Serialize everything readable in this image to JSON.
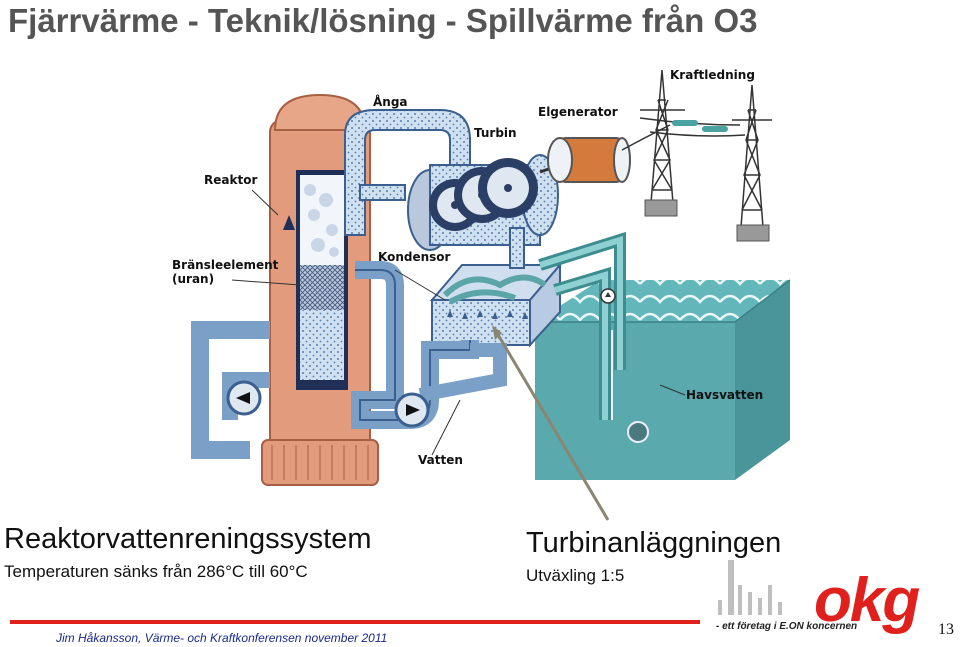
{
  "slide": {
    "title": "Fjärrvärme - Teknik/lösning - Spillvärme från O3",
    "page_number": "13"
  },
  "diagram": {
    "labels": {
      "anga": "Ånga",
      "turbin": "Turbin",
      "elgenerator": "Elgenerator",
      "kraftledning": "Kraftledning",
      "reaktor": "Reaktor",
      "bransleelement_1": "Bränsleelement",
      "bransleelement_2": "(uran)",
      "kondensor": "Kondensor",
      "havsvatten": "Havsvatten",
      "vatten": "Vatten"
    },
    "colors": {
      "reactor": "#e39b7e",
      "pipe": "#7aa0c8",
      "sea": "#5fb3b7",
      "accent": "#e0201c"
    }
  },
  "left_block": {
    "heading": "Reaktorvattenreningssystem",
    "subtext": "Temperaturen sänks från 286°C till 60°C"
  },
  "right_block": {
    "heading": "Turbinanläggningen",
    "subtext": "Utväxling 1:5"
  },
  "logo": {
    "text": "okg",
    "tagline": "- ett företag i E.ON koncernen"
  },
  "footer": {
    "text": "Jim Håkansson, Värme- och Kraftkonferensen november 2011"
  }
}
